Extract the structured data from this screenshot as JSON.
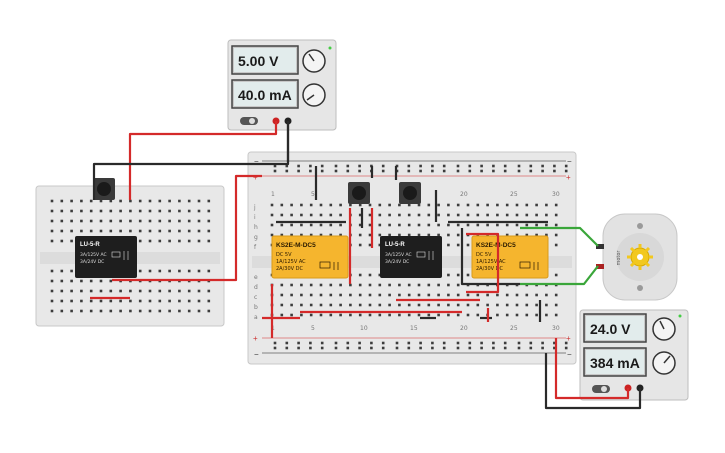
{
  "psu_top": {
    "voltage": "5.00 V",
    "current": "40.0 mA"
  },
  "psu_bottom": {
    "voltage": "24.0 V",
    "current": "384 mA"
  },
  "relay_small_left": {
    "model": "LU-5-R",
    "spec1": "3A/125V AC",
    "spec2": "3A/24V DC"
  },
  "relay_small_right": {
    "model": "LU-5-R",
    "spec1": "3A/125V AC",
    "spec2": "3A/24V DC"
  },
  "relay_big_left": {
    "model": "KS2E-M-DC5",
    "spec1": "DC 5V",
    "spec2": "1A/125V AC",
    "spec3": "2A/30V DC"
  },
  "relay_big_right": {
    "model": "KS2E-M-DC5",
    "spec1": "DC 5V",
    "spec2": "1A/125V AC",
    "spec3": "2A/30V DC"
  },
  "breadboard": {
    "col_numbers": [
      "1",
      "5",
      "10",
      "15",
      "20",
      "25",
      "30"
    ],
    "row_letters_top": [
      "j",
      "i",
      "h",
      "g",
      "f"
    ],
    "row_letters_bottom": [
      "e",
      "d",
      "c",
      "b",
      "a"
    ]
  },
  "motor": {
    "label": "motor"
  },
  "colors": {
    "red_wire": "#d42a2a",
    "black_wire": "#2a2a2a",
    "green_wire": "#3aa63a",
    "relay_yellow": "#f5b52e",
    "psu_body": "#e6e6e6"
  }
}
